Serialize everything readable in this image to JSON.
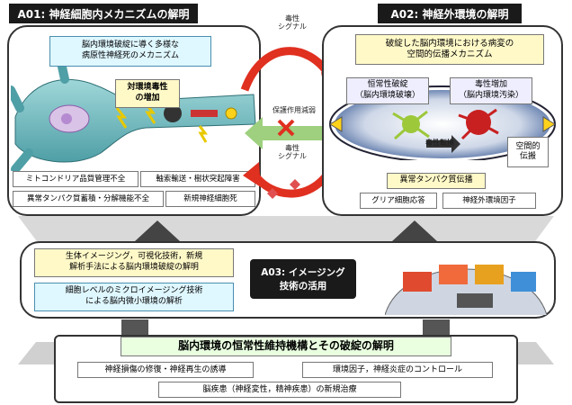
{
  "a01": {
    "title": "A01: 神経細胞内メカニズムの解明",
    "mechanism": "脳内環境破綻に導く多様な\n病原性神経死のメカニズム",
    "toxicity": "対環境毒性\nの増加",
    "labels": [
      "ミトコンドリア品質管理不全",
      "軸索輸送・樹状突起障害",
      "異常タンパク質蓄積・分解機能不全",
      "新規神経細胞死"
    ]
  },
  "a02": {
    "title": "A02: 神経外環境の解明",
    "mechanism": "破綻した脳内環境における病変の\n空間的伝播メカニズム",
    "homeostasis": "恒常性破綻\n（脳内環境破壊）",
    "toxic_increase": "毒性増加\n（脳内環境汚染）",
    "toxic_conversion": "毒性転換",
    "spatial": "空間的\n伝搬",
    "protein": "異常タンパク質伝播",
    "glia": "グリア細胞応答",
    "extra_factor": "神経外環境因子"
  },
  "center": {
    "toxic_signal_top": "毒性\nシグナル",
    "protective": "保護作用減弱",
    "toxic_signal_bottom": "毒性\nシグナル"
  },
  "a03": {
    "imaging": "生体イメージング，可視化技術，新規\n解析手法による脳内環境破綻の解明",
    "micro": "細胞レベルのミクロイメージング技術\nによる脳内微小環境の解析",
    "title": "A03: イメージング\n技術の活用"
  },
  "bottom": {
    "title": "脳内環境の恒常性維持機構とその破綻の解明",
    "repair": "神経損傷の修復・神経再生の誘導",
    "control": "環境因子，神経炎症のコントロール",
    "therapy": "脳疾患（神経変性，精神疾患）の新規治療"
  }
}
